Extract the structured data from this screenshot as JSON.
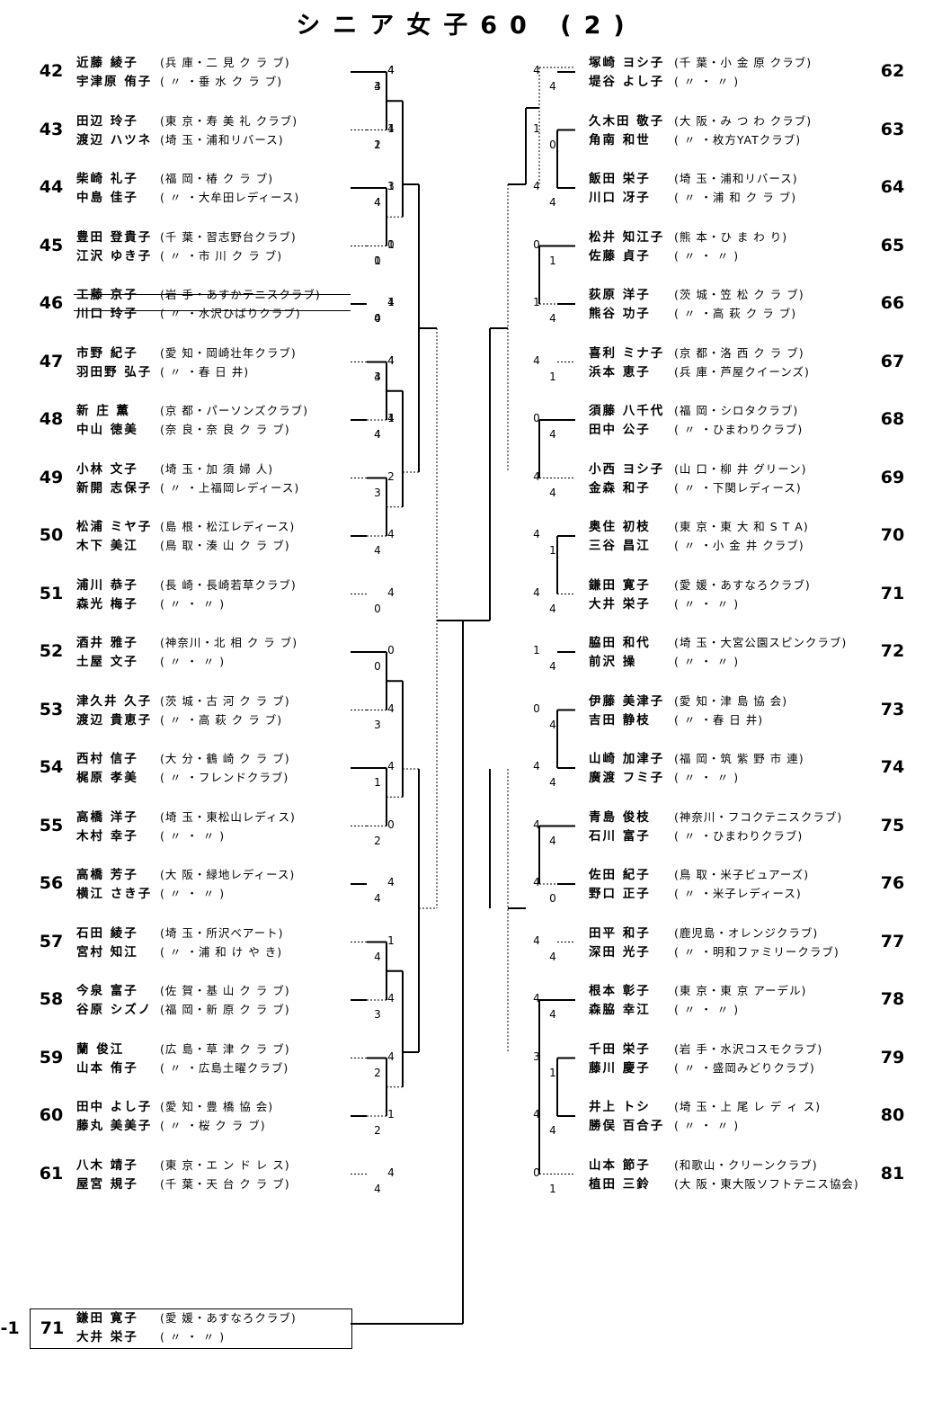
{
  "title": "シニア女子60 (2)",
  "entries": [
    {
      "no": "42",
      "p1": "近藤 綾子",
      "c1": "(兵 庫・二 見 ク ラ ブ)",
      "p2": "宇津原 侑子",
      "c2": "( 〃 ・垂 水 ク ラ ブ)"
    },
    {
      "no": "43",
      "p1": "田辺 玲子",
      "c1": "(東 京・寿 美 礼 クラブ)",
      "p2": "渡辺 ハツネ",
      "c2": "(埼 玉・浦和リバース)"
    },
    {
      "no": "44",
      "p1": "柴崎 礼子",
      "c1": "(福 岡・椿 ク ラ ブ)",
      "p2": "中島 佳子",
      "c2": "( 〃 ・大牟田レディース)"
    },
    {
      "no": "45",
      "p1": "豊田 登貴子",
      "c1": "(千 葉・習志野台クラブ)",
      "p2": "江沢 ゆき子",
      "c2": "( 〃 ・市 川 ク ラ ブ)"
    },
    {
      "no": "46",
      "p1": "工藤 京子",
      "c1": "(岩 手・あすかテニスクラブ)",
      "p2": "川口 玲子",
      "c2": "( 〃 ・水沢ひばりクラブ)"
    },
    {
      "no": "47",
      "p1": "市野 紀子",
      "c1": "(愛 知・岡崎壮年クラブ)",
      "p2": "羽田野 弘子",
      "c2": "( 〃 ・春 日 井)"
    },
    {
      "no": "48",
      "p1": "新 庄 薫",
      "c1": "(京 都・パーソンズクラブ)",
      "p2": "中山 徳美",
      "c2": "(奈 良・奈 良 ク ラ ブ)"
    },
    {
      "no": "49",
      "p1": "小林 文子",
      "c1": "(埼 玉・加 須 婦 人)",
      "p2": "新開 志保子",
      "c2": "( 〃 ・上福岡レディース)"
    },
    {
      "no": "50",
      "p1": "松浦 ミヤ子",
      "c1": "(島 根・松江レディース)",
      "p2": "木下 美江",
      "c2": "(鳥 取・湊 山 ク ラ ブ)"
    },
    {
      "no": "51",
      "p1": "浦川 恭子",
      "c1": "(長 崎・長崎若草クラブ)",
      "p2": "森光 梅子",
      "c2": "( 〃 ・ 〃 )"
    },
    {
      "no": "52",
      "p1": "酒井 雅子",
      "c1": "(神奈川・北 相 ク ラ ブ)",
      "p2": "土屋 文子",
      "c2": "( 〃 ・ 〃 )"
    },
    {
      "no": "53",
      "p1": "津久井 久子",
      "c1": "(茨 城・古 河 ク ラ ブ)",
      "p2": "渡辺 貴恵子",
      "c2": "( 〃 ・高 萩 ク ラ ブ)"
    },
    {
      "no": "54",
      "p1": "西村 信子",
      "c1": "(大 分・鶴 崎 ク ラ ブ)",
      "p2": "梶原 孝美",
      "c2": "( 〃 ・フレンドクラブ)"
    },
    {
      "no": "55",
      "p1": "高橋 洋子",
      "c1": "(埼 玉・東松山レディス)",
      "p2": "木村 幸子",
      "c2": "( 〃 ・ 〃 )"
    },
    {
      "no": "56",
      "p1": "高橋 芳子",
      "c1": "(大 阪・緑地レディース)",
      "p2": "横江 さき子",
      "c2": "( 〃 ・ 〃 )"
    },
    {
      "no": "57",
      "p1": "石田 綾子",
      "c1": "(埼 玉・所沢ベアート)",
      "p2": "宮村 知江",
      "c2": "( 〃 ・浦 和 け や き)"
    },
    {
      "no": "58",
      "p1": "今泉 富子",
      "c1": "(佐 賀・基 山 ク ラ ブ)",
      "p2": "谷原 シズノ",
      "c2": "(福 岡・新 原 ク ラ ブ)"
    },
    {
      "no": "59",
      "p1": "蘭 俊江",
      "c1": "(広 島・草 津 ク ラ ブ)",
      "p2": "山本 侑子",
      "c2": "( 〃 ・広島土曜クラブ)"
    },
    {
      "no": "60",
      "p1": "田中 よし子",
      "c1": "(愛 知・豊 橋 協 会)",
      "p2": "藤丸 美美子",
      "c2": "( 〃 ・桜 ク ラ ブ)"
    },
    {
      "no": "61",
      "p1": "八木 靖子",
      "c1": "(東 京・エ ン ド レ ス)",
      "p2": "屋宮 規子",
      "c2": "(千 葉・天 台 ク ラ ブ)"
    },
    {
      "no": "62",
      "p1": "塚崎 ヨシ子",
      "c1": "(千 葉・小 金 原 クラブ)",
      "p2": "堤谷 よし子",
      "c2": "( 〃 ・ 〃 )"
    },
    {
      "no": "63",
      "p1": "久木田 敬子",
      "c1": "(大 阪・み つ わ クラブ)",
      "p2": "角南 和世",
      "c2": "( 〃 ・枚方YATクラブ)"
    },
    {
      "no": "64",
      "p1": "飯田 栄子",
      "c1": "(埼 玉・浦和リバース)",
      "p2": "川口 冴子",
      "c2": "( 〃 ・浦 和 ク ラ ブ)"
    },
    {
      "no": "65",
      "p1": "松井 知江子",
      "c1": "(熊 本・ひ ま わ り)",
      "p2": "佐藤 貞子",
      "c2": "( 〃 ・ 〃 )"
    },
    {
      "no": "66",
      "p1": "荻原 洋子",
      "c1": "(茨 城・笠 松 ク ラ ブ)",
      "p2": "熊谷 功子",
      "c2": "( 〃 ・高 萩 ク ラ ブ)"
    },
    {
      "no": "67",
      "p1": "喜利 ミナ子",
      "c1": "(京 都・洛 西 ク ラ ブ)",
      "p2": "浜本 恵子",
      "c2": "(兵 庫・芦屋クイーンズ)"
    },
    {
      "no": "68",
      "p1": "須藤 八千代",
      "c1": "(福 岡・シロタクラブ)",
      "p2": "田中 公子",
      "c2": "( 〃 ・ひまわりクラブ)"
    },
    {
      "no": "69",
      "p1": "小西 ヨシ子",
      "c1": "(山 口・柳 井 グリーン)",
      "p2": "金森 和子",
      "c2": "( 〃 ・下関レディース)"
    },
    {
      "no": "70",
      "p1": "奥住 初枝",
      "c1": "(東 京・東 大 和 S T A)",
      "p2": "三谷 昌江",
      "c2": "( 〃 ・小 金 井 クラブ)"
    },
    {
      "no": "71",
      "p1": "鎌田 寛子",
      "c1": "(愛 媛・あすなろクラブ)",
      "p2": "大井 栄子",
      "c2": "( 〃 ・ 〃 )"
    },
    {
      "no": "72",
      "p1": "脇田 和代",
      "c1": "(埼 玉・大宮公園スピンクラブ)",
      "p2": "前沢 操",
      "c2": "( 〃 ・ 〃 )"
    },
    {
      "no": "73",
      "p1": "伊藤 美津子",
      "c1": "(愛 知・津 島 協 会)",
      "p2": "吉田 静枝",
      "c2": "( 〃 ・春 日 井)"
    },
    {
      "no": "74",
      "p1": "山崎 加津子",
      "c1": "(福 岡・筑 紫 野 市 連)",
      "p2": "廣渡 フミ子",
      "c2": "( 〃 ・ 〃 )"
    },
    {
      "no": "75",
      "p1": "青島 俊枝",
      "c1": "(神奈川・フコクテニスクラブ)",
      "p2": "石川 富子",
      "c2": "( 〃 ・ひまわりクラブ)"
    },
    {
      "no": "76",
      "p1": "佐田 紀子",
      "c1": "(鳥 取・米子ビュアーズ)",
      "p2": "野口 正子",
      "c2": "( 〃 ・米子レディース)"
    },
    {
      "no": "77",
      "p1": "田平 和子",
      "c1": "(鹿児島・オレンジクラブ)",
      "p2": "深田 光子",
      "c2": "( 〃 ・明和ファミリークラブ)"
    },
    {
      "no": "78",
      "p1": "根本 彰子",
      "c1": "(東 京・東 京 アーデル)",
      "p2": "森脇 幸江",
      "c2": "( 〃 ・ 〃 )"
    },
    {
      "no": "79",
      "p1": "千田 栄子",
      "c1": "(岩 手・水沢コスモクラブ)",
      "p2": "藤川 慶子",
      "c2": "( 〃 ・盛岡みどりクラブ)"
    },
    {
      "no": "80",
      "p1": "井上 トシ",
      "c1": "(埼 玉・上 尾 レ デ ィ ス)",
      "p2": "勝俣 百合子",
      "c2": "( 〃 ・ 〃 )"
    },
    {
      "no": "81",
      "p1": "山本 節子",
      "c1": "(和歌山・クリーンクラブ)",
      "p2": "植田 三鈴",
      "c2": "(大 阪・東大阪ソフトテニス協会)"
    }
  ],
  "winner": {
    "prefix": "-1",
    "no": "71",
    "p1": "鎌田 寛子",
    "c1": "(愛 媛・あすなろクラブ)",
    "p2": "大井 栄子",
    "c2": "( 〃 ・ 〃 )"
  },
  "scores": [
    "4",
    "4",
    "4",
    "2",
    "1",
    "4",
    "1",
    "1",
    "4",
    "4",
    "4",
    "3",
    "1",
    "4",
    "2",
    "3",
    "4",
    "4",
    "4",
    "0",
    "0",
    "0",
    "4",
    "3",
    "4",
    "1",
    "0",
    "2",
    "4",
    "4",
    "1",
    "4",
    "4",
    "3",
    "4",
    "2",
    "1",
    "2",
    "4",
    "4",
    "4",
    "4",
    "1",
    "0",
    "4",
    "4",
    "0",
    "1",
    "1",
    "4",
    "4",
    "1",
    "0",
    "4",
    "4",
    "4",
    "4",
    "1",
    "4",
    "4",
    "1",
    "4",
    "0",
    "4",
    "4",
    "4",
    "4",
    "4",
    "4",
    "0",
    "4",
    "4",
    "4",
    "4",
    "3",
    "1",
    "4",
    "4",
    "0",
    "1",
    "4",
    "3",
    "1",
    "1",
    "3",
    "4",
    "0",
    "0",
    "1",
    "0",
    "4",
    "4",
    "4",
    "4"
  ]
}
